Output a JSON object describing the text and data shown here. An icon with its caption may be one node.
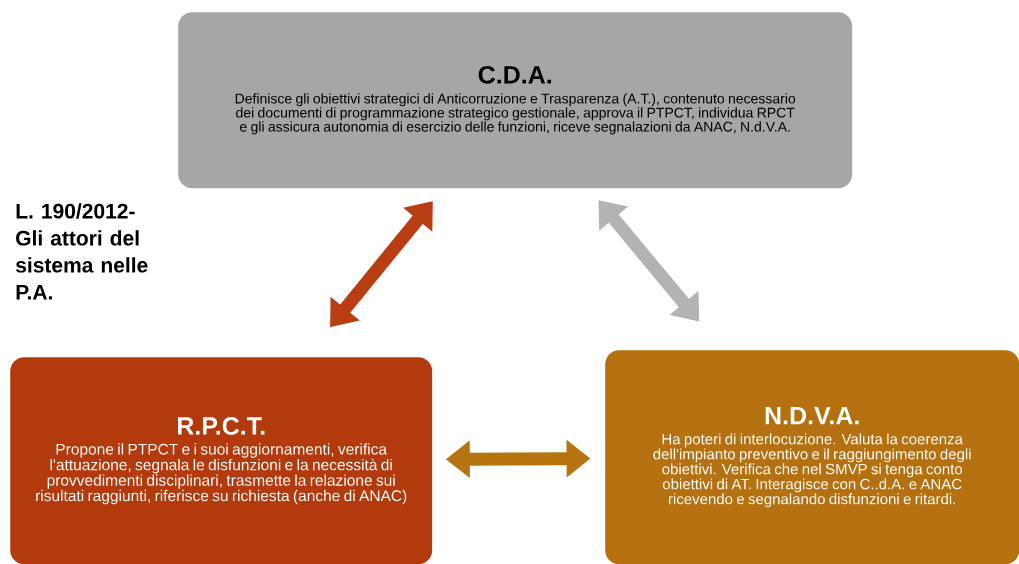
{
  "diagram": {
    "title": "L. 190/2012- Gli attori del sistema nelle P.A.",
    "nodes": [
      {
        "text": [
          "C.D.A.",
          "Definisce gli obiettivi strategici di Anticorruzione e Trasparenza (A.T.), contenuto necessario dei documenti di programmazione strategico gestionale, approva il PTPCT, individua RPCT e gli assicura autonomia di esercizio delle funzioni, riceve segnalazioni da ANAC, N.d.V.A."
        ]
      },
      {
        "text": [
          "R.P.C.T.",
          "Propone il PTPCT e i suoi aggiornamenti, verifica l'attuazione, segnala le disfunzioni e la necessità di provvedimenti disciplinari, trasmette la relazione sui risultati raggiunti, riferisce su richiesta (anche di ANAC)"
        ]
      },
      {
        "text": [
          "N.D.V.A.",
          "Ha poteri di interlocuzione. Valuta la coerenza dell'impianto preventivo e il raggiungimento degli obiettivi. Verifica che nel SMVP si tenga conto obiettivi di AT. Interagisce con C..d.A. e ANAC ricevendo e segnalando disfunzioni e ritardi."
        ]
      }
    ],
    "edges": [
      {
        "from": 0,
        "to": 1,
        "arrow": "both",
        "color": "#b83d12"
      },
      {
        "from": 0,
        "to": 2,
        "arrow": "both",
        "color": "#b3b3b3"
      },
      {
        "from": 1,
        "to": 2,
        "arrow": "both",
        "color": "#b5740f"
      }
    ]
  }
}
